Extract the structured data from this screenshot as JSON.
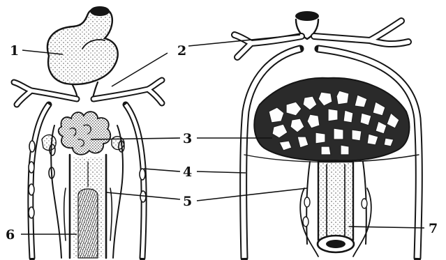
{
  "labels": [
    {
      "id": "1",
      "text": "1"
    },
    {
      "id": "2",
      "text": "2"
    },
    {
      "id": "3",
      "text": "3"
    },
    {
      "id": "4",
      "text": "4"
    },
    {
      "id": "5",
      "text": "5"
    },
    {
      "id": "6",
      "text": "6"
    },
    {
      "id": "7",
      "text": "7"
    }
  ],
  "colors": {
    "ink": "#151515",
    "paper": "#ffffff",
    "stipple": "#3a3a3a"
  }
}
